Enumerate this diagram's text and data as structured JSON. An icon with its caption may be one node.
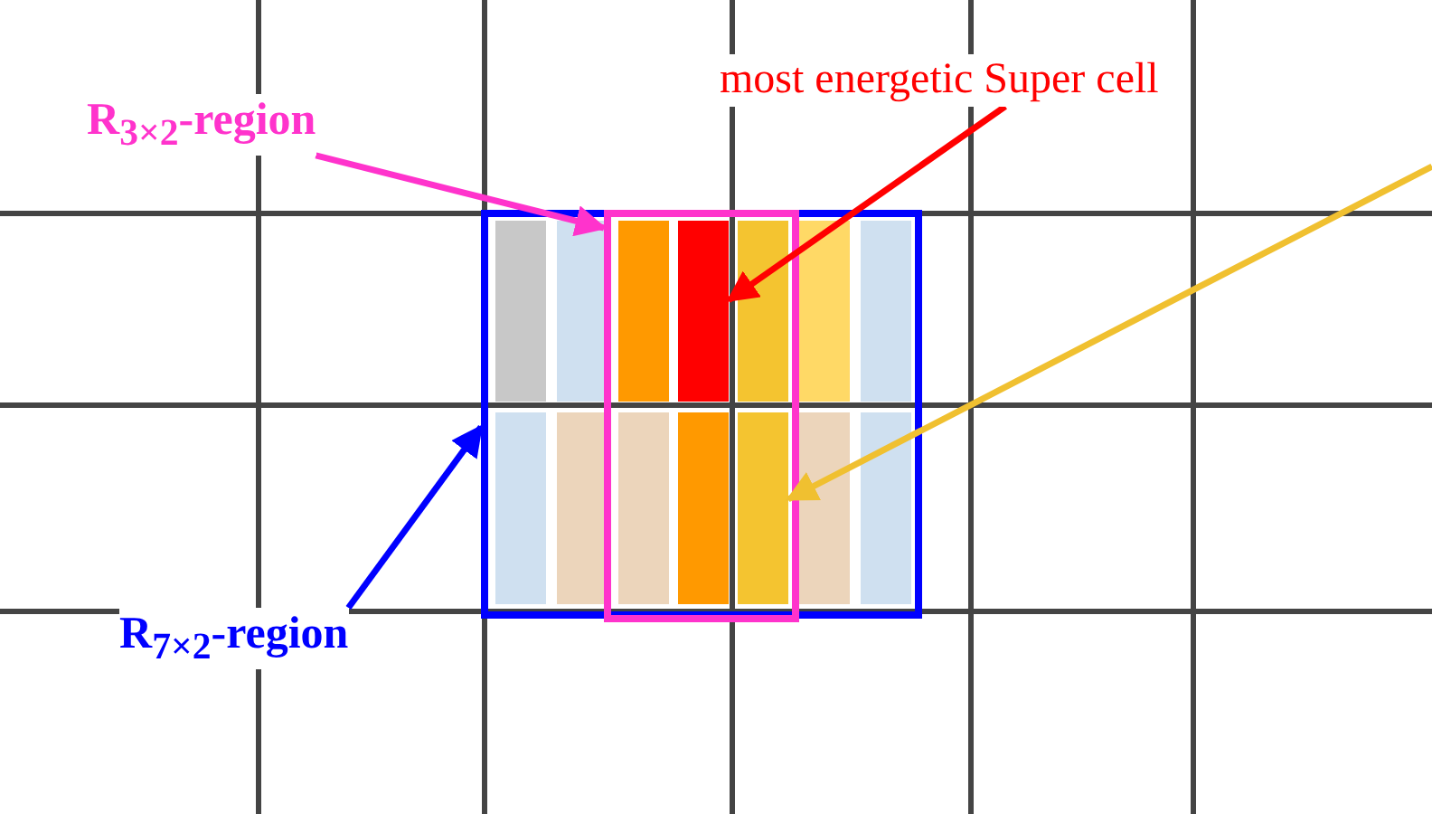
{
  "diagram": {
    "nodes": [
      {
        "text": [
          "R$_{3×2}$-region"
        ]
      },
      {
        "text": [
          "most energetic Super cell"
        ]
      },
      {
        "text": [
          "R$_{7×2}$-region"
        ]
      },
      {
        "text": [],
        "shape": "box"
      },
      {
        "text": [],
        "shape": "box",
        "in": 3
      },
      {
        "text": [],
        "shape": "box",
        "in": 4
      },
      {
        "text": [],
        "shape": "box",
        "in": 4
      }
    ],
    "edges": [
      {
        "from": 0,
        "to": 4,
        "arrow": "to",
        "color": "#ff33cc"
      },
      {
        "from": 1,
        "to": 5,
        "arrow": "to",
        "color": "#ff0000"
      },
      {
        "from": 2,
        "to": 3,
        "arrow": "to",
        "color": "#0000ff"
      },
      {
        "from": null,
        "to": 6,
        "arrow": "to",
        "color": "#f0c030"
      }
    ]
  }
}
